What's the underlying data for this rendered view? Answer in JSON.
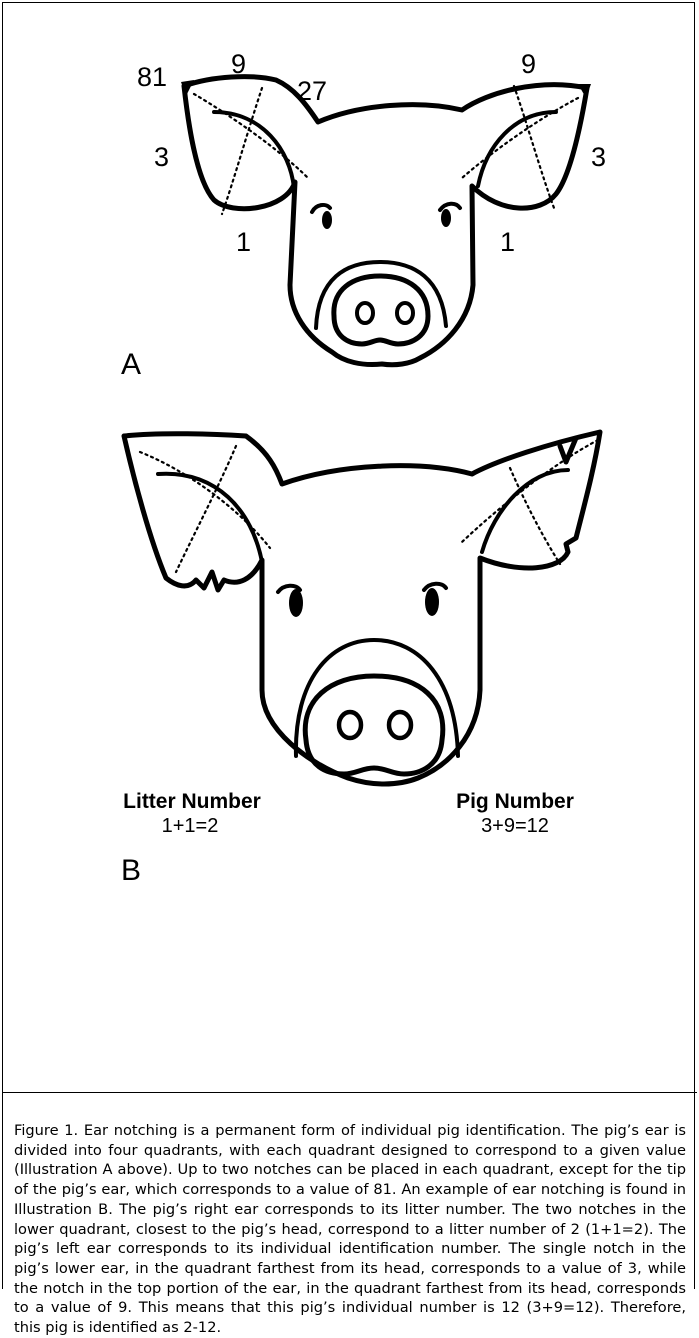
{
  "illustration_a": {
    "panel_label": "A",
    "labels": {
      "tip_left": "81",
      "top_left": "9",
      "inner_left": "27",
      "top_right": "9",
      "side_left": "3",
      "side_right": "3",
      "bottom_left": "1",
      "bottom_right": "1"
    }
  },
  "illustration_b": {
    "panel_label": "B",
    "litter_title": "Litter Number",
    "litter_value": "1+1=2",
    "pig_title": "Pig Number",
    "pig_value": "3+9=12"
  },
  "caption": "Figure 1. Ear notching is a permanent form of individual pig identification. The pig’s ear is divided into four quadrants, with each quadrant designed to correspond to a given value (Illustration A above). Up to two notches can be placed in each quadrant, except for the tip of the pig’s ear, which corresponds to a value of 81. An example of ear notching is found in Illustration B. The pig’s right ear corresponds to its litter number. The two notches in the lower quadrant, closest to the pig’s head, correspond to a litter number of 2 (1+1=2). The pig’s left ear corresponds to its individual identification number. The single notch in the pig’s lower ear, in the quadrant farthest from its head, corresponds to a value of 3, while the notch in the top portion of the ear, in the quadrant farthest from its head, corresponds to a value of 9. This means that this pig’s individual number is 12 (3+9=12). Therefore, this pig is identified as 2-12."
}
